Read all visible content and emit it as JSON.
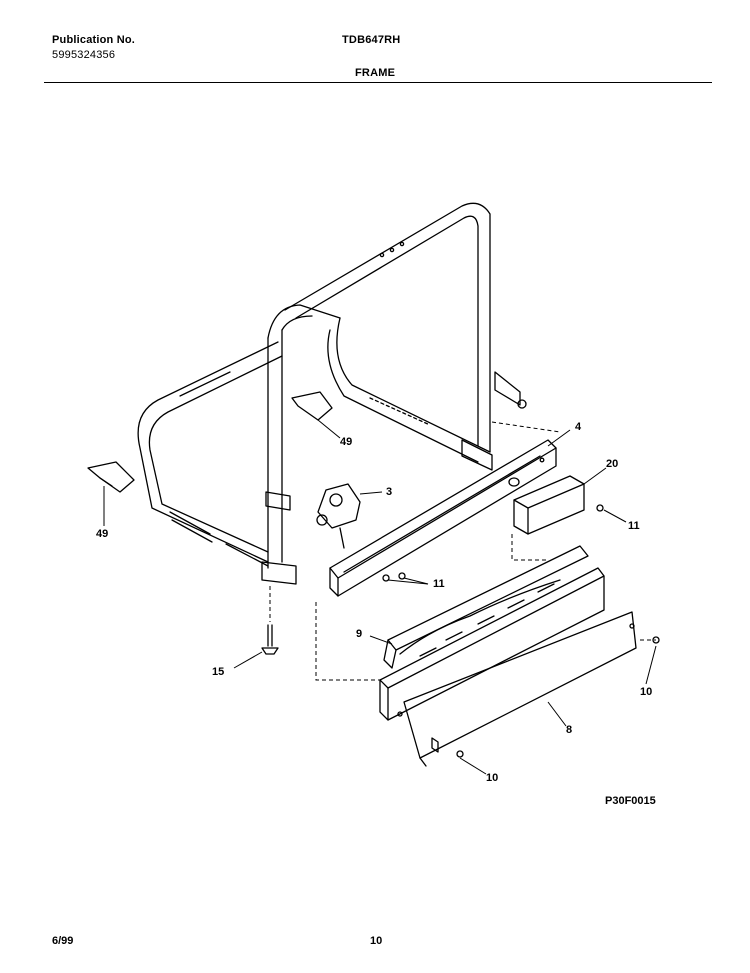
{
  "header": {
    "publication_label": "Publication No.",
    "publication_number": "5995324356",
    "model": "TDB647RH",
    "section_title": "FRAME"
  },
  "callouts": {
    "c3": "3",
    "c4": "4",
    "c20": "20",
    "c11a": "11",
    "c11b": "11",
    "c49a": "49",
    "c49b": "49",
    "c9": "9",
    "c8": "8",
    "c10a": "10",
    "c10b": "10",
    "c15": "15"
  },
  "figure_id": "P30F0015",
  "footer": {
    "date": "6/99",
    "page": "10"
  }
}
